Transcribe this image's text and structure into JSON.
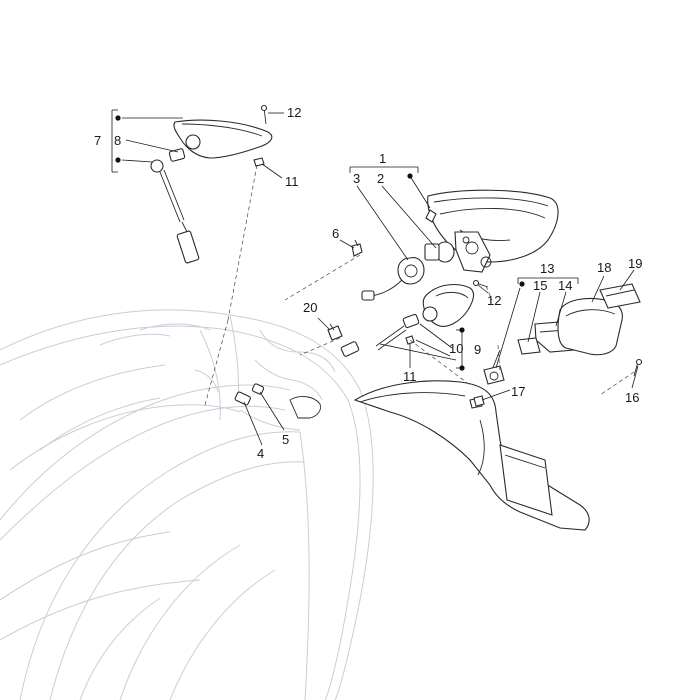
{
  "callouts": {
    "c1": "1",
    "c2": "2",
    "c3": "3",
    "c4": "4",
    "c5": "5",
    "c6": "6",
    "c7": "7",
    "c8": "8",
    "c9": "9",
    "c10": "10",
    "c11a": "11",
    "c11b": "11",
    "c12a": "12",
    "c12b": "12",
    "c13": "13",
    "c14": "14",
    "c15": "15",
    "c16": "16",
    "c17": "17",
    "c18": "18",
    "c19": "19",
    "c20": "20"
  }
}
